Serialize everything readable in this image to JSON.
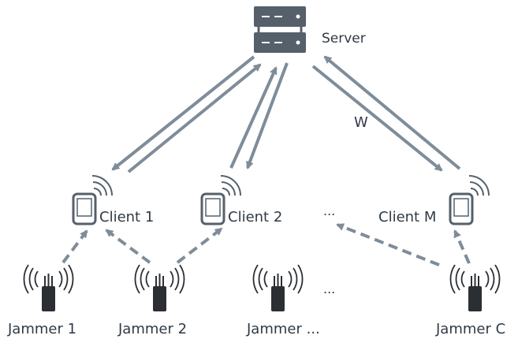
{
  "server": {
    "label": "Server"
  },
  "weight_label": "W",
  "clients": [
    {
      "label": "Client 1"
    },
    {
      "label": "Client 2"
    },
    {
      "label": "Client M"
    }
  ],
  "client_ellipsis": "...",
  "jammers": [
    {
      "label": "Jammer 1"
    },
    {
      "label": "Jammer 2"
    },
    {
      "label": "Jammer ..."
    },
    {
      "label": "Jammer C"
    }
  ],
  "jammer_ellipsis": "...",
  "colors": {
    "arrow": "#7f8c99",
    "icon": "#56606b",
    "text": "#2f3a45",
    "jammer": "#2b2f33"
  }
}
